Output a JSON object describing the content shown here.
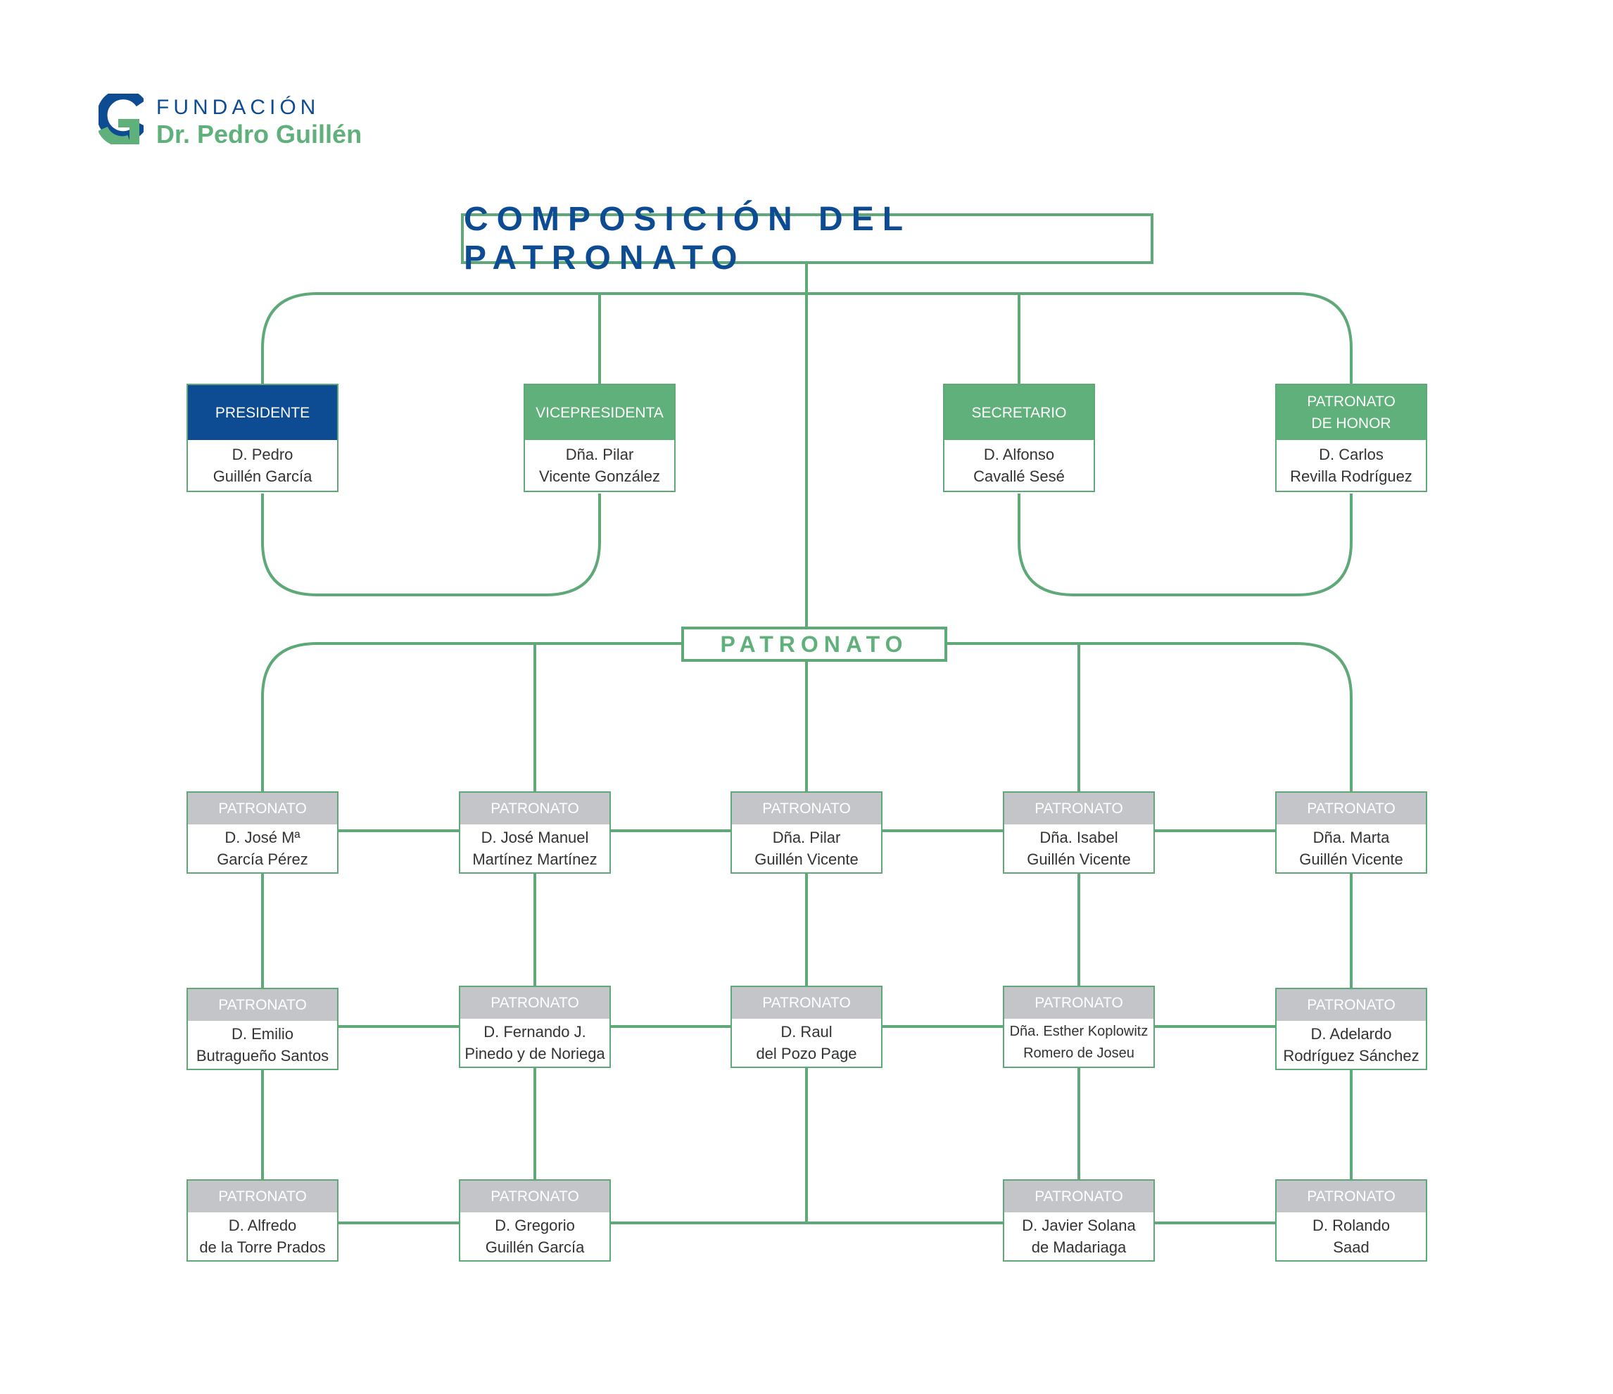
{
  "logo": {
    "line1": "FUNDACIÓN",
    "line2": "Dr. Pedro Guillén",
    "colors": {
      "blue": "#0d4b93",
      "green": "#5fb07a"
    }
  },
  "title": "COMPOSICIÓN DEL PATRONATO",
  "subtitle": "PATRONATO",
  "officers": [
    {
      "role_lines": [
        "PRESIDENTE"
      ],
      "name_lines": [
        "D. Pedro",
        "Guillén García"
      ],
      "color": "#0d4b93"
    },
    {
      "role_lines": [
        "VICEPRESIDENTA"
      ],
      "name_lines": [
        "Dña. Pilar",
        "Vicente González"
      ],
      "color": "#5fb07a"
    },
    {
      "role_lines": [
        "SECRETARIO"
      ],
      "name_lines": [
        "D. Alfonso",
        "Cavallé Sesé"
      ],
      "color": "#5fb07a"
    },
    {
      "role_lines": [
        "PATRONATO",
        "DE HONOR"
      ],
      "name_lines": [
        "D. Carlos",
        "Revilla Rodríguez"
      ],
      "color": "#5fb07a"
    }
  ],
  "members": [
    {
      "role": "PATRONATO",
      "name_lines": [
        "D. José Mª",
        "García Pérez"
      ]
    },
    {
      "role": "PATRONATO",
      "name_lines": [
        "D. José Manuel",
        "Martínez Martínez"
      ]
    },
    {
      "role": "PATRONATO",
      "name_lines": [
        "Dña. Pilar",
        "Guillén Vicente"
      ]
    },
    {
      "role": "PATRONATO",
      "name_lines": [
        "Dña. Isabel",
        "Guillén Vicente"
      ]
    },
    {
      "role": "PATRONATO",
      "name_lines": [
        "Dña. Marta",
        "Guillén Vicente"
      ]
    },
    {
      "role": "PATRONATO",
      "name_lines": [
        "D. Emilio",
        "Butragueño Santos"
      ]
    },
    {
      "role": "PATRONATO",
      "name_lines": [
        "D. Fernando J.",
        "Pinedo y de Noriega"
      ]
    },
    {
      "role": "PATRONATO",
      "name_lines": [
        "D. Raul",
        "del Pozo Page"
      ]
    },
    {
      "role": "PATRONATO",
      "name_lines": [
        "Dña. Esther Koplowitz",
        "Romero de Joseu"
      ]
    },
    {
      "role": "PATRONATO",
      "name_lines": [
        "D. Adelardo",
        "Rodríguez Sánchez"
      ]
    },
    {
      "role": "PATRONATO",
      "name_lines": [
        "D. Alfredo",
        "de la Torre Prados"
      ]
    },
    {
      "role": "PATRONATO",
      "name_lines": [
        "D. Gregorio",
        "Guillén García"
      ]
    },
    {
      "role": "PATRONATO",
      "name_lines": [
        "D. Javier Solana",
        "de Madariaga"
      ]
    },
    {
      "role": "PATRONATO",
      "name_lines": [
        "D. Rolando",
        "Saad"
      ]
    }
  ]
}
